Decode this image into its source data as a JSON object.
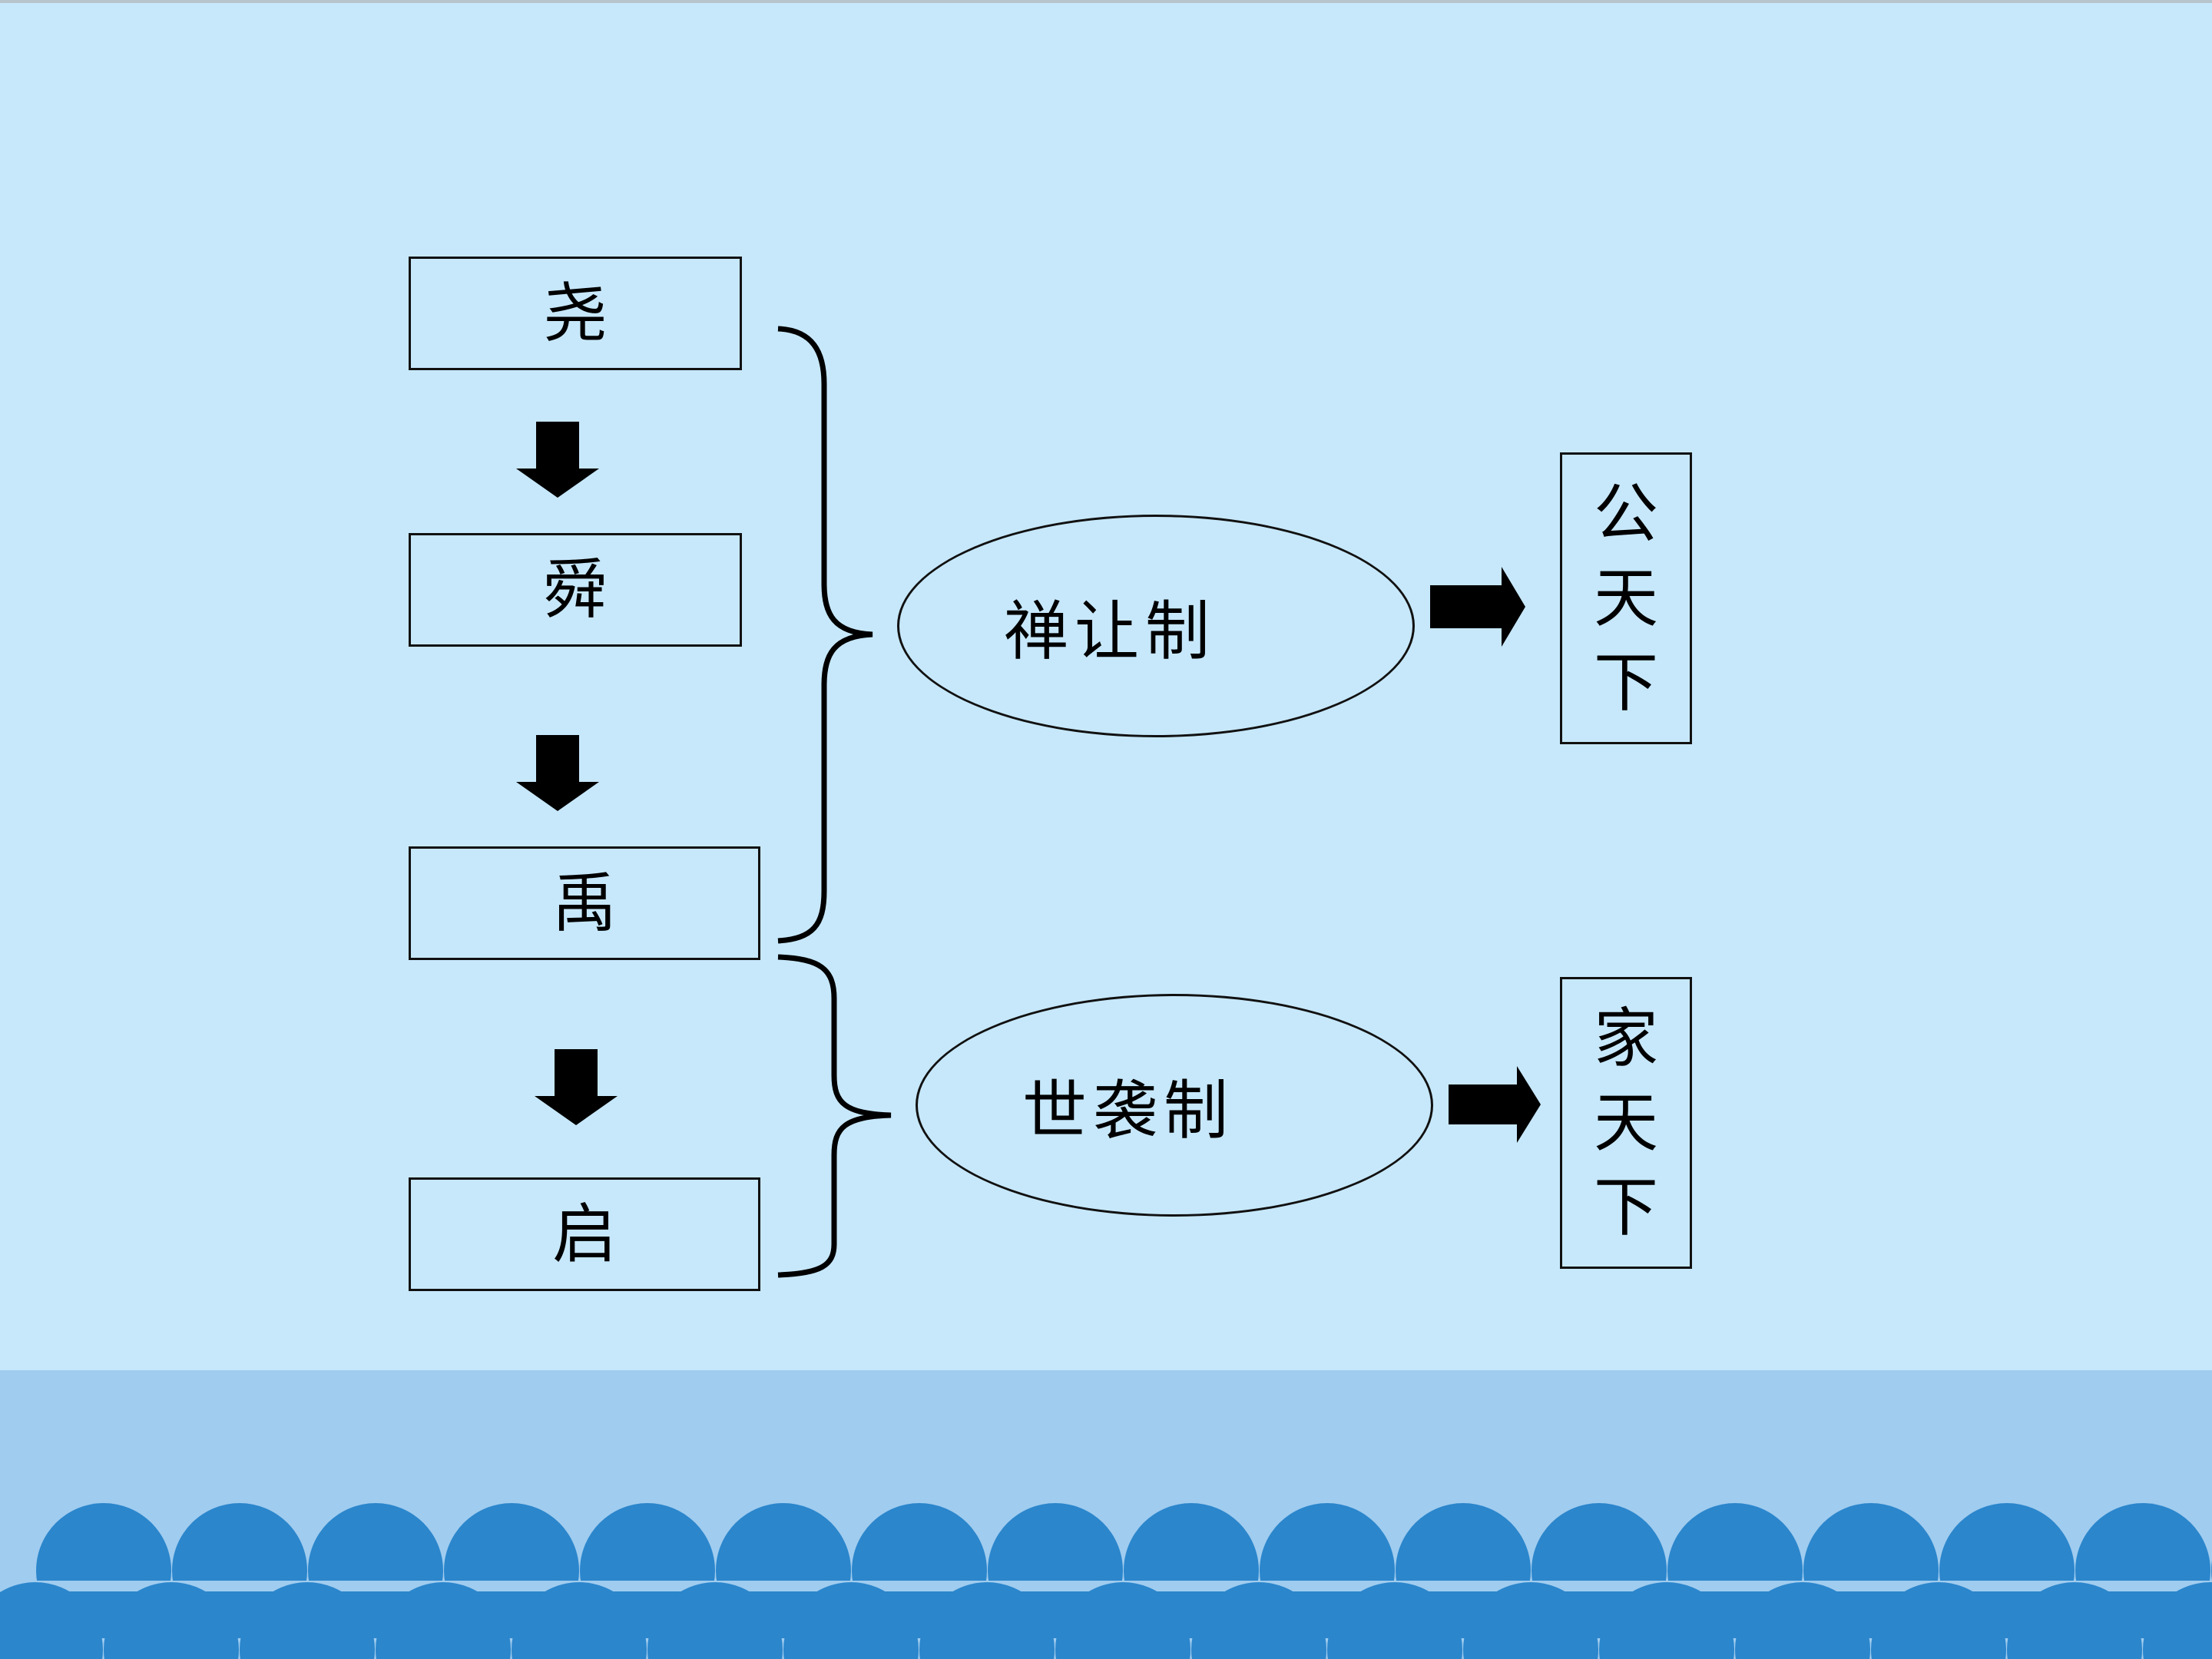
{
  "rulers": [
    {
      "name": "尧"
    },
    {
      "name": "舜"
    },
    {
      "name": "禹"
    },
    {
      "name": "启"
    }
  ],
  "systems": [
    {
      "label": "禅让制",
      "result": [
        "公",
        "天",
        "下"
      ]
    },
    {
      "label": "世袭制",
      "result": [
        "家",
        "天",
        "下"
      ]
    }
  ],
  "colors": {
    "background": "#c7e8fb",
    "band": "#a0ccef",
    "wave": "#2b86cc",
    "line": "#111111"
  },
  "icons": [
    "down-arrow-icon",
    "right-arrow-icon",
    "brace-icon",
    "wave-pattern"
  ]
}
